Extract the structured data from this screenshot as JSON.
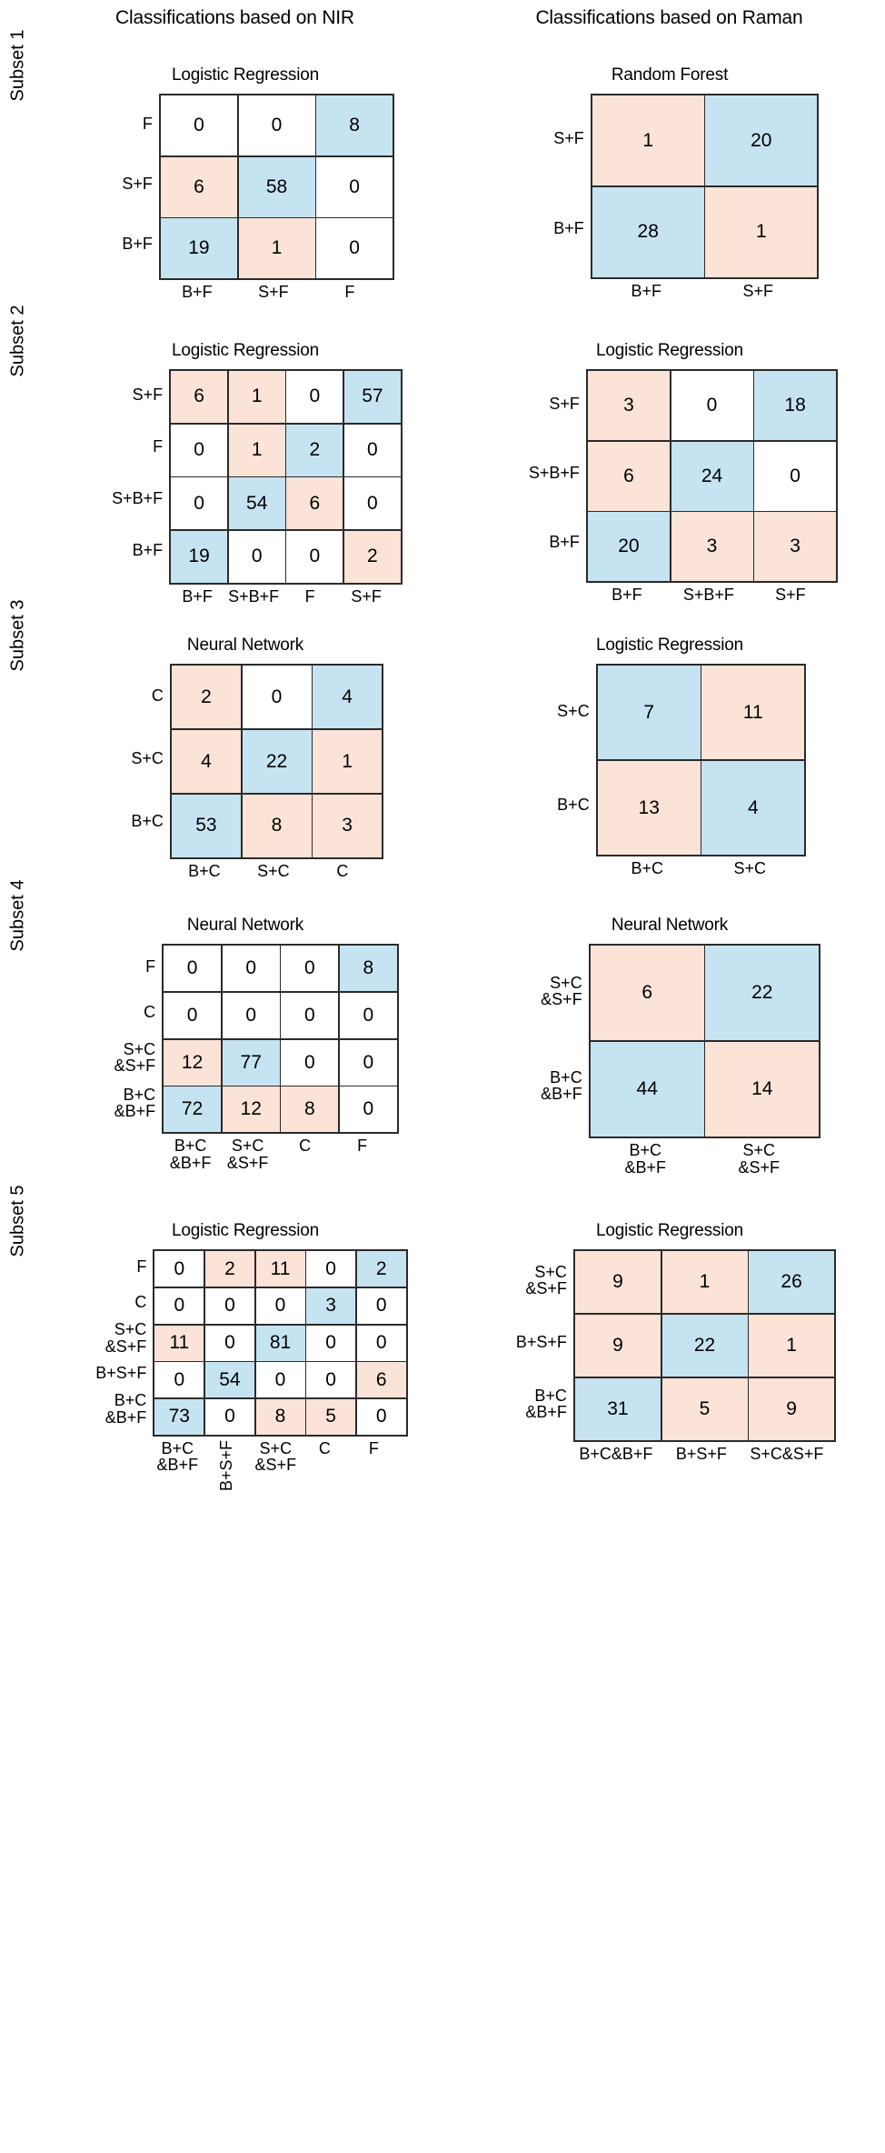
{
  "headers": {
    "nir": "Classifications based on NIR",
    "raman": "Classifications based on Raman"
  },
  "chart_data": {
    "type": "table",
    "title": "Confusion matrices for NIR and Raman classifications across five subsets",
    "legend": {
      "correct_color": "#c6e3f2",
      "error_color": "#fbe3d7",
      "empty_color": "#ffffff"
    },
    "subsets": [
      {
        "label": "Subset 1",
        "nir": {
          "title": "Logistic Regression",
          "row_labels": [
            "F",
            "S+F",
            "B+F"
          ],
          "col_labels": [
            "B+F",
            "S+F",
            "F"
          ],
          "values": [
            [
              0,
              0,
              8
            ],
            [
              6,
              58,
              0
            ],
            [
              19,
              1,
              0
            ]
          ],
          "colors": [
            [
              "white",
              "white",
              "blue"
            ],
            [
              "pink",
              "blue",
              "white"
            ],
            [
              "blue",
              "pink",
              "white"
            ]
          ]
        },
        "raman": {
          "title": "Random Forest",
          "row_labels": [
            "S+F",
            "B+F"
          ],
          "col_labels": [
            "B+F",
            "S+F"
          ],
          "values": [
            [
              1,
              20
            ],
            [
              28,
              1
            ]
          ],
          "colors": [
            [
              "pink",
              "blue"
            ],
            [
              "blue",
              "pink"
            ]
          ]
        }
      },
      {
        "label": "Subset 2",
        "nir": {
          "title": "Logistic Regression",
          "row_labels": [
            "S+F",
            "F",
            "S+B+F",
            "B+F"
          ],
          "col_labels": [
            "B+F",
            "S+B+F",
            "F",
            "S+F"
          ],
          "values": [
            [
              6,
              1,
              0,
              57
            ],
            [
              0,
              1,
              2,
              0
            ],
            [
              0,
              54,
              6,
              0
            ],
            [
              19,
              0,
              0,
              2
            ]
          ],
          "colors": [
            [
              "pink",
              "pink",
              "white",
              "blue"
            ],
            [
              "white",
              "pink",
              "blue",
              "white"
            ],
            [
              "white",
              "blue",
              "pink",
              "white"
            ],
            [
              "blue",
              "white",
              "white",
              "pink"
            ]
          ]
        },
        "raman": {
          "title": "Logistic Regression",
          "row_labels": [
            "S+F",
            "S+B+F",
            "B+F"
          ],
          "col_labels": [
            "B+F",
            "S+B+F",
            "S+F"
          ],
          "values": [
            [
              3,
              0,
              18
            ],
            [
              6,
              24,
              0
            ],
            [
              20,
              3,
              3
            ]
          ],
          "colors": [
            [
              "pink",
              "white",
              "blue"
            ],
            [
              "pink",
              "blue",
              "white"
            ],
            [
              "blue",
              "pink",
              "pink"
            ]
          ]
        }
      },
      {
        "label": "Subset 3",
        "nir": {
          "title": "Neural Network",
          "row_labels": [
            "C",
            "S+C",
            "B+C"
          ],
          "col_labels": [
            "B+C",
            "S+C",
            "C"
          ],
          "values": [
            [
              2,
              0,
              4
            ],
            [
              4,
              22,
              1
            ],
            [
              53,
              8,
              3
            ]
          ],
          "colors": [
            [
              "pink",
              "white",
              "blue"
            ],
            [
              "pink",
              "blue",
              "pink"
            ],
            [
              "blue",
              "pink",
              "pink"
            ]
          ]
        },
        "raman": {
          "title": "Logistic Regression",
          "row_labels": [
            "S+C",
            "B+C"
          ],
          "col_labels": [
            "B+C",
            "S+C"
          ],
          "values": [
            [
              7,
              11
            ],
            [
              13,
              4
            ]
          ],
          "colors": [
            [
              "blue",
              "pink"
            ],
            [
              "pink",
              "blue"
            ]
          ]
        }
      },
      {
        "label": "Subset 4",
        "nir": {
          "title": "Neural Network",
          "row_labels": [
            "F",
            "C",
            "S+C\n&S+F",
            "B+C\n&B+F"
          ],
          "col_labels": [
            "B+C\n&B+F",
            "S+C\n&S+F",
            "C",
            "F"
          ],
          "values": [
            [
              0,
              0,
              0,
              8
            ],
            [
              0,
              0,
              0,
              0
            ],
            [
              12,
              77,
              0,
              0
            ],
            [
              72,
              12,
              8,
              0
            ]
          ],
          "colors": [
            [
              "white",
              "white",
              "white",
              "blue"
            ],
            [
              "white",
              "white",
              "white",
              "white"
            ],
            [
              "pink",
              "blue",
              "white",
              "white"
            ],
            [
              "blue",
              "pink",
              "pink",
              "white"
            ]
          ]
        },
        "raman": {
          "title": "Neural Network",
          "row_labels": [
            "S+C\n&S+F",
            "B+C\n&B+F"
          ],
          "col_labels": [
            "B+C\n&B+F",
            "S+C\n&S+F"
          ],
          "values": [
            [
              6,
              22
            ],
            [
              44,
              14
            ]
          ],
          "colors": [
            [
              "pink",
              "blue"
            ],
            [
              "blue",
              "pink"
            ]
          ]
        }
      },
      {
        "label": "Subset 5",
        "nir": {
          "title": "Logistic Regression",
          "row_labels": [
            "F",
            "C",
            "S+C\n&S+F",
            "B+S+F",
            "B+C\n&B+F"
          ],
          "col_labels": [
            "B+C\n&B+F",
            "B+S+F",
            "S+C\n&S+F",
            "C",
            "F"
          ],
          "col_rotate": [
            false,
            true,
            false,
            false,
            false
          ],
          "values": [
            [
              0,
              2,
              11,
              0,
              2
            ],
            [
              0,
              0,
              0,
              3,
              0
            ],
            [
              11,
              0,
              81,
              0,
              0
            ],
            [
              0,
              54,
              0,
              0,
              6
            ],
            [
              73,
              0,
              8,
              5,
              0
            ]
          ],
          "colors": [
            [
              "white",
              "pink",
              "pink",
              "white",
              "blue"
            ],
            [
              "white",
              "white",
              "white",
              "blue",
              "white"
            ],
            [
              "pink",
              "white",
              "blue",
              "white",
              "white"
            ],
            [
              "white",
              "blue",
              "white",
              "white",
              "pink"
            ],
            [
              "blue",
              "white",
              "pink",
              "pink",
              "white"
            ]
          ]
        },
        "raman": {
          "title": "Logistic Regression",
          "row_labels": [
            "S+C\n&S+F",
            "B+S+F",
            "B+C\n&B+F"
          ],
          "col_labels": [
            "B+C&B+F",
            "B+S+F",
            "S+C&S+F"
          ],
          "values": [
            [
              9,
              1,
              26
            ],
            [
              9,
              22,
              1
            ],
            [
              31,
              5,
              9
            ]
          ],
          "colors": [
            [
              "pink",
              "pink",
              "blue"
            ],
            [
              "pink",
              "blue",
              "pink"
            ],
            [
              "blue",
              "pink",
              "pink"
            ]
          ]
        }
      }
    ]
  }
}
